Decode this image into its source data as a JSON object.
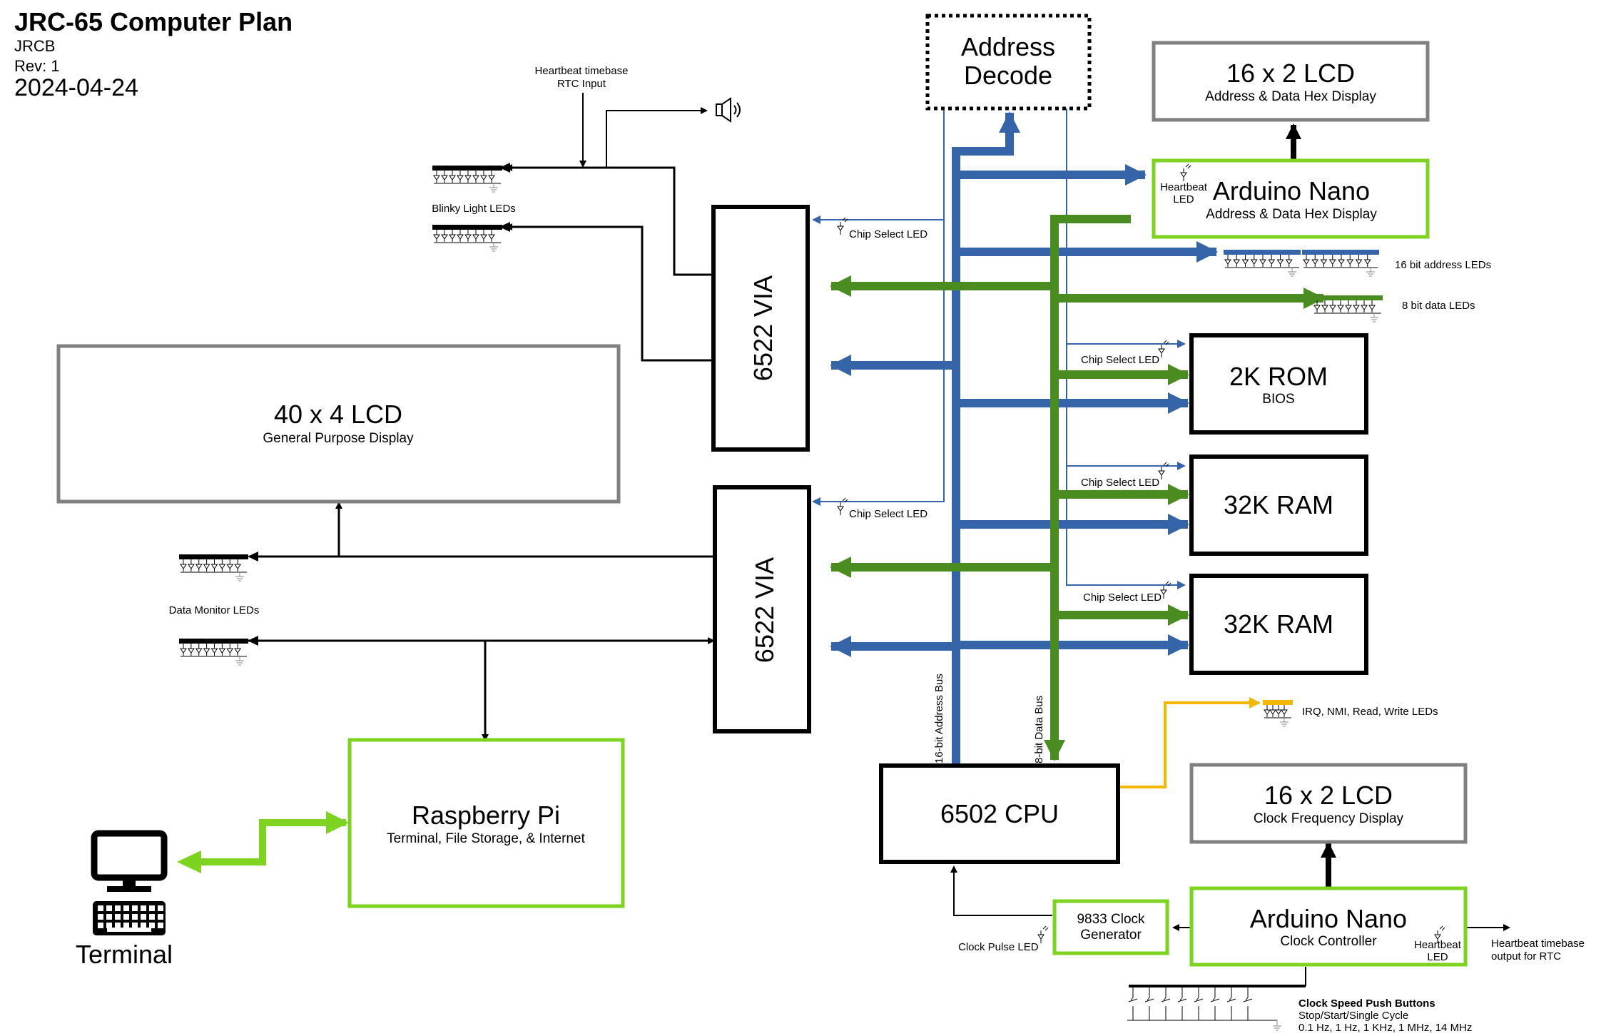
{
  "header": {
    "title": "JRC-65 Computer Plan",
    "author": "JRCB",
    "revision": "Rev: 1",
    "date": "2024-04-24"
  },
  "colors": {
    "address_bus": "#3565a8",
    "data_bus": "#4a8c1f",
    "arduino_border": "#7ed321",
    "lcd_border": "#808080",
    "status_line": "#f5b800",
    "block_border": "#000000"
  },
  "blocks": {
    "address_decode": "Address\nDecode",
    "lcd16_top_title": "16 x 2 LCD",
    "lcd16_top_sub": "Address & Data Hex Display",
    "nano_top_title": "Arduino Nano",
    "nano_top_sub": "Address & Data Hex Display",
    "nano_top_led": "Heartbeat\nLED",
    "via1": "6522 VIA",
    "via2": "6522 VIA",
    "lcd40_title": "40 x 4 LCD",
    "lcd40_sub": "General Purpose Display",
    "rom_title": "2K ROM",
    "rom_sub": "BIOS",
    "ram1": "32K RAM",
    "ram2": "32K RAM",
    "cpu": "6502 CPU",
    "pi_title": "Raspberry Pi",
    "pi_sub": "Terminal, File Storage, & Internet",
    "terminal": "Terminal",
    "lcd16_bottom_title": "16 x 2 LCD",
    "lcd16_bottom_sub": "Clock Frequency Display",
    "nano_bottom_title": "Arduino Nano",
    "nano_bottom_sub": "Clock Controller",
    "nano_bottom_led": "Heartbeat\nLED",
    "clock_gen": "9833 Clock\nGenerator"
  },
  "labels": {
    "heartbeat_in": "Heartbeat timebase\nRTC Input",
    "blinky": "Blinky Light LEDs",
    "chip_select_via1": "Chip Select LED",
    "chip_select_via2": "Chip Select LED",
    "addr_leds": "16 bit address LEDs",
    "data_leds": "8 bit data LEDs",
    "cs_rom": "Chip Select LED",
    "cs_ram1": "Chip Select LED",
    "cs_ram2": "Chip Select LED",
    "data_monitor": "Data Monitor LEDs",
    "addr_bus": "16-bit Address Bus",
    "data_bus": "8-bit Data Bus",
    "irq_leds": "IRQ, NMI, Read, Write LEDs",
    "clock_pulse": "Clock Pulse LED",
    "heartbeat_out": "Heartbeat timebase\noutput for RTC",
    "push_title": "Clock Speed Push Buttons",
    "push_line1": "Stop/Start/Single Cycle",
    "push_line2": "0.1 Hz, 1 Hz, 1 KHz, 1 MHz, 14 MHz"
  },
  "icons": [
    "speaker-icon",
    "monitor-icon",
    "keyboard-icon",
    "led-array-icon",
    "push-button-icon"
  ]
}
